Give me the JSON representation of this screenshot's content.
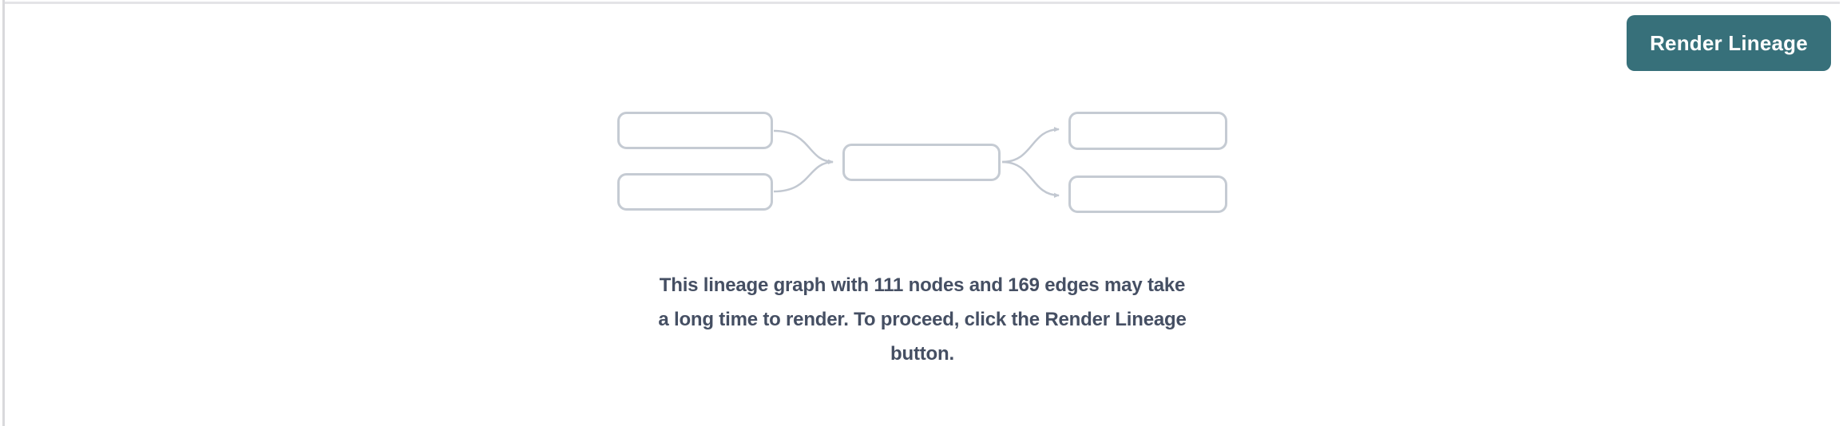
{
  "panel": {
    "background_color": "#ffffff",
    "top_border_color": "#e4e4e7",
    "left_border_color": "#d9d9dc"
  },
  "toolbar": {
    "button_label": "Render Lineage",
    "button_color": "#37707a",
    "button_text_color": "#ffffff"
  },
  "empty_state": {
    "node_count": 111,
    "edge_count": 169,
    "message": "This lineage graph with 111 nodes and 169 edges may take a long time to render. To proceed, click the Render Lineage button.",
    "message_lines": [
      "This lineage graph with 111 nodes and 169 edges may take",
      "a long time to render. To proceed, click the Render Lineage",
      "button."
    ],
    "message_color": "#454f63",
    "illustration": {
      "node_border_color": "#c5cbd3",
      "edge_color": "#c2c8d1",
      "node_boxes": 5,
      "edge_arrows": 4
    }
  }
}
